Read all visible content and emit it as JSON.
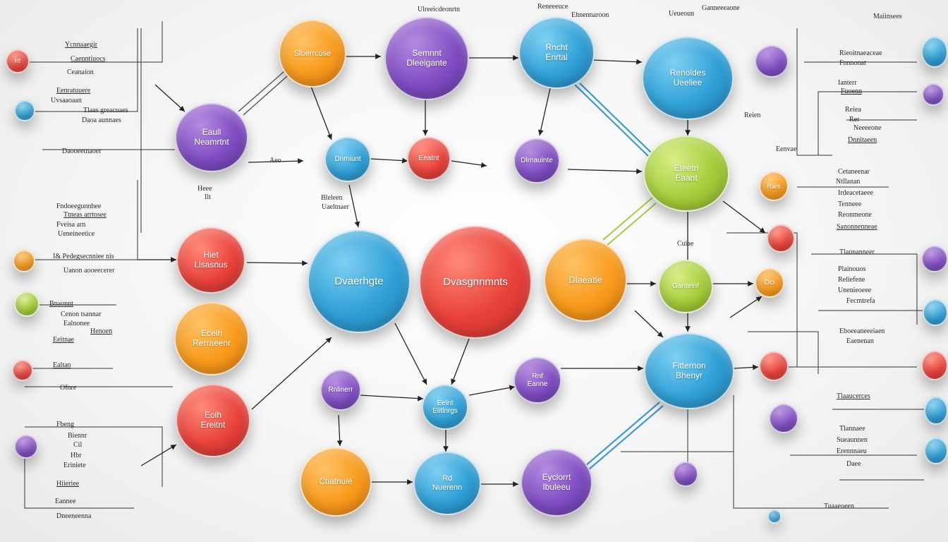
{
  "nodes": {
    "center_blue": "Dvaerhgte",
    "center_red": "Dvasgnnmnts",
    "center_orange": "Dlaeatle",
    "top_orange": "Sluerrcuse",
    "top_purple_1": "Semnnt",
    "top_purple_2": "Dleeigante",
    "top_blue_1": "Rncht",
    "top_blue_2": "Enrtal",
    "right_blue_1": "Renoldes",
    "right_blue_2": "Ueeliee",
    "right_green_1": "Eteetn",
    "right_green_2": "Eaant",
    "left_purple_1": "Eaull",
    "left_purple_2": "Neamrtnt",
    "small_blue_top": "Dnmiunt",
    "small_red_top": "Eeatnt",
    "small_purple_top": "Dlrnauinte",
    "left_red_1": "Hiet",
    "left_red_2": "Llsasnus",
    "left_orange_1": "Ecein",
    "left_orange_2": "Rerraeenr",
    "left_red_3": "Eolh",
    "left_red_3b": "Ereitnt",
    "mid_green": "Ganteinf",
    "small_orange_right": "Dci",
    "right_blue_lower_1": "Fitternon",
    "right_blue_lower_2": "Bhenyr",
    "purple_lower_1": "Rnlinerr",
    "teal_lower_1": "Eelnt",
    "teal_lower_2": "Elitlnrgs",
    "purple_lower_2_1": "Rnf",
    "purple_lower_2_2": "Eanne",
    "orange_bottom": "Ctiatnuie",
    "blue_bottom_1": "Rd",
    "blue_bottom_2": "Nuerenn",
    "purple_bottom_1": "Eyclorrt",
    "purple_bottom_2": "Ibuleeu",
    "right_orange_small": "Rars",
    "left_red_small": "Hf"
  },
  "labels": {
    "l1": "Ycnnaaegir",
    "l2": "Caenntiuocs",
    "l3": "Ceanaion",
    "l4": "Eenratuuere",
    "l5": "Uvsaaoaan",
    "l6": "Tlaas greacuaes",
    "l7": "Daoa aunnaes",
    "l8": "Daooeetnaoer",
    "l9": "Fndoeegunnhee",
    "l10": "Ttneas arrtosee",
    "l11": "Fveisa arn",
    "l12": "Ueneineetice",
    "l13": "I& Pedegsecnniee nis",
    "l14": "Uanon aooeecerer",
    "l15": "Bnaonnt",
    "l16": "Cenon tsannar",
    "l17": "Ealnonee",
    "l18": "Aeo",
    "l19": "Henoen",
    "l20": "Eeitnae",
    "l21": "Ealtan",
    "l22": "Ofnre",
    "l23": "Fbeng",
    "l24": "Biennr",
    "l25": "Cil",
    "l26": "Hbr",
    "l27": "Eriniete",
    "l28": "Hiieriee",
    "l29": "Eannee",
    "l30": "Dneeneenna",
    "l31": "Heee",
    "l32": "Ilt",
    "l33": "Bleleen",
    "l34": "Uaeltnaer",
    "l35": "Ulreeicdeonrtn",
    "l36": "Reneeeuce",
    "l37": "Ehnennaroon",
    "l38": "Ueueoun",
    "l39": "Ganneeeaone",
    "l40": "Maiinsees",
    "l41": "Rieoitnaeaceae",
    "l42": "Fnnnonat",
    "l43": "Ianterr",
    "l44": "Fuoenn",
    "l45": "Reiea",
    "l46": "Rer",
    "l47": "Neeeeone",
    "l48": "Dnnitaeen",
    "l49": "Reien",
    "l50": "Eenvae",
    "l51": "Cetaneenar",
    "l52": "Ntllanan",
    "l53": "Irdeacetaeee",
    "l54": "Tenneee",
    "l55": "Reonmeone",
    "l56": "Sanonnenneae",
    "l57": "Tlaunanneer",
    "l58": "Plainouos",
    "l59": "Reliefene",
    "l60": "Unenieoeee",
    "l61": "Fecmtrefa",
    "l62": "Eboeeaneeeiaen",
    "l63": "Eaenenan",
    "l64": "Tlaaucerces",
    "l65": "Tlannaee",
    "l66": "Sueaunnen",
    "l67": "Erennnaeu",
    "l68": "Daee",
    "l69": "Cuiae",
    "l70": "Tuaaeoeen"
  }
}
